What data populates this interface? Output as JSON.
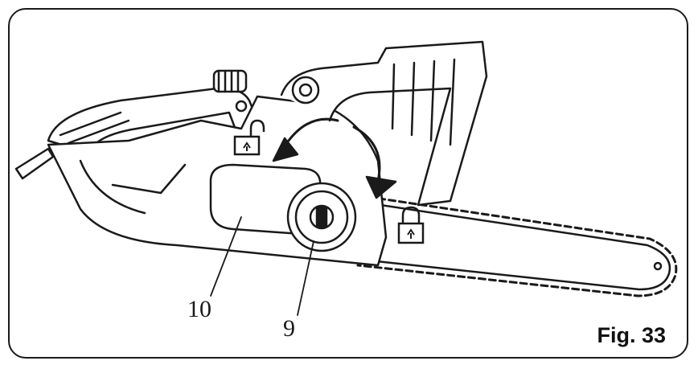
{
  "figure": {
    "caption": "Fig. 33",
    "callouts": [
      {
        "id": "10",
        "text": "10"
      },
      {
        "id": "9",
        "text": "9"
      }
    ],
    "icons": {
      "unlocked": "unlocked-padlock-icon",
      "locked": "locked-padlock-icon",
      "arrows": "curved-rotation-arrow-icon"
    },
    "colors": {
      "line": "#1a1a1a",
      "background": "#ffffff"
    }
  }
}
